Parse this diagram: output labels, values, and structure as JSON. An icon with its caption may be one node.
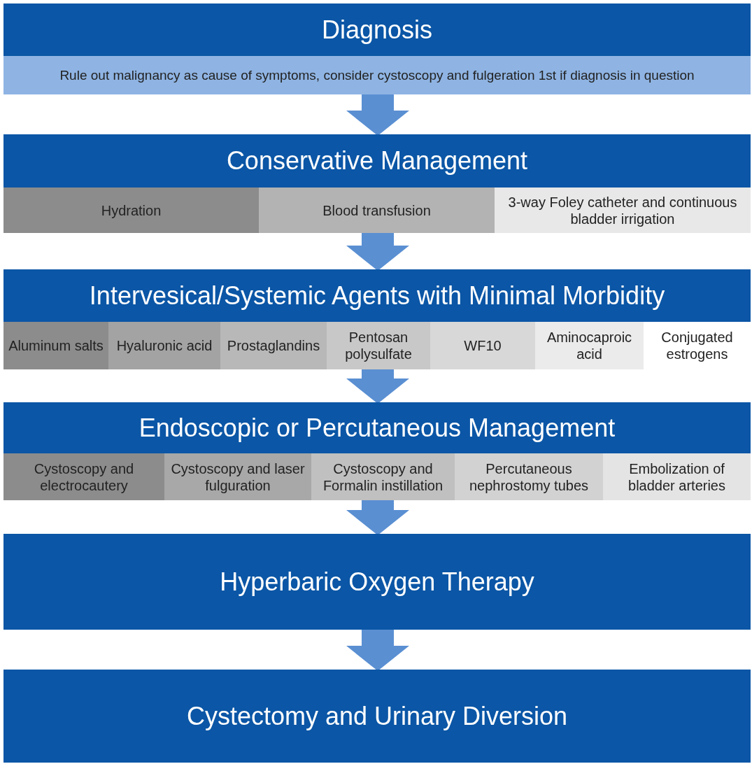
{
  "diagram": {
    "nodes": [
      {
        "text": [
          "Diagnosis"
        ]
      },
      {
        "text": [
          "Rule out malignancy as cause of symptoms, consider cystoscopy and fulgeration 1st if diagnosis in question"
        ],
        "in": 0
      },
      {
        "text": [
          "Conservative Management"
        ]
      },
      {
        "text": [
          "Hydration"
        ],
        "in": 2
      },
      {
        "text": [
          "Blood transfusion"
        ],
        "in": 2
      },
      {
        "text": [
          "3-way Foley catheter and continuous bladder irrigation"
        ],
        "in": 2
      },
      {
        "text": [
          "Intervesical/Systemic Agents with Minimal Morbidity"
        ]
      },
      {
        "text": [
          "Aluminum salts"
        ],
        "in": 6
      },
      {
        "text": [
          "Hyaluronic acid"
        ],
        "in": 6
      },
      {
        "text": [
          "Prostaglandins"
        ],
        "in": 6
      },
      {
        "text": [
          "Pentosan polysulfate"
        ],
        "in": 6
      },
      {
        "text": [
          "WF10"
        ],
        "in": 6
      },
      {
        "text": [
          "Aminocaproic acid"
        ],
        "in": 6
      },
      {
        "text": [
          "Conjugated estrogens"
        ],
        "in": 6
      },
      {
        "text": [
          "Endoscopic or Percutaneous Management"
        ]
      },
      {
        "text": [
          "Cystoscopy and electrocautery"
        ],
        "in": 14
      },
      {
        "text": [
          "Cystoscopy and laser fulguration"
        ],
        "in": 14
      },
      {
        "text": [
          "Cystoscopy and Formalin instillation"
        ],
        "in": 14
      },
      {
        "text": [
          "Percutaneous nephrostomy tubes"
        ],
        "in": 14
      },
      {
        "text": [
          "Embolization of bladder arteries"
        ],
        "in": 14
      },
      {
        "text": [
          "Hyperbaric Oxygen Therapy"
        ]
      },
      {
        "text": [
          "Cystectomy and Urinary Diversion"
        ]
      }
    ],
    "edges": [
      {
        "from": 0,
        "to": 2,
        "arrow": "to"
      },
      {
        "from": 2,
        "to": 6,
        "arrow": "to"
      },
      {
        "from": 6,
        "to": 14,
        "arrow": "to"
      },
      {
        "from": 14,
        "to": 20,
        "arrow": "to"
      },
      {
        "from": 20,
        "to": 21,
        "arrow": "to"
      }
    ]
  }
}
